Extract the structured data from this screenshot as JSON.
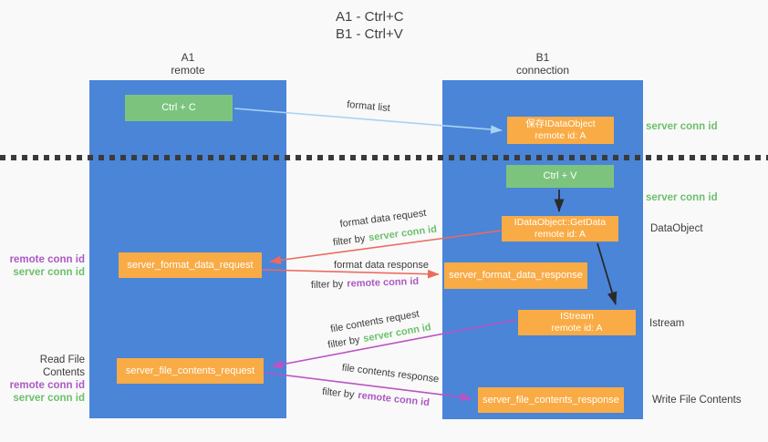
{
  "title": {
    "line1": "A1 - Ctrl+C",
    "line2": "B1 - Ctrl+V"
  },
  "lanes": {
    "left": {
      "name": "A1",
      "role": "remote"
    },
    "right": {
      "name": "B1",
      "role": "connection"
    }
  },
  "nodes": {
    "ctrl_c": {
      "label": "Ctrl + C"
    },
    "ctrl_v": {
      "label": "Ctrl + V"
    },
    "save_dataobject": {
      "line1": "保存IDataObject",
      "line2": "remote id: A"
    },
    "getdata": {
      "line1": "IDataObject::GetData",
      "line2": "remote id: A"
    },
    "istream": {
      "line1": "IStream",
      "line2": "remote id: A"
    },
    "format_request": {
      "label": "server_format_data_request"
    },
    "format_response": {
      "label": "server_format_data_response"
    },
    "file_request": {
      "label": "server_file_contents_request"
    },
    "file_response": {
      "label": "server_file_contents_response"
    }
  },
  "flow_labels": {
    "format_list": "format list",
    "format_data_request": "format data request",
    "format_data_response": "format data response",
    "file_contents_request": "file contents request",
    "file_contents_response": "file contents response",
    "filter_by": "filter by",
    "server_conn_id": "server conn id",
    "remote_conn_id": "remote conn id"
  },
  "side_labels": {
    "server_conn_id": "server conn id",
    "remote_conn_id": "remote conn id",
    "dataobject": "DataObject",
    "istream": "Istream",
    "read_file_contents": "Read File Contents",
    "write_file_contents": "Write File Contents"
  },
  "colors": {
    "background": "#f9f9f9",
    "lane_blue": "#4a85d8",
    "node_green": "#7cc47e",
    "node_orange": "#f9ab45",
    "arrow_light_blue": "#a9d3f2",
    "arrow_red": "#ec6a5f",
    "arrow_magenta": "#bb53c4",
    "arrow_black": "#2a2a2a",
    "text_dark": "#3c3c3c",
    "text_green": "#6cc06c",
    "text_purple": "#ab5ac2",
    "separator": "#3a3a3a"
  }
}
